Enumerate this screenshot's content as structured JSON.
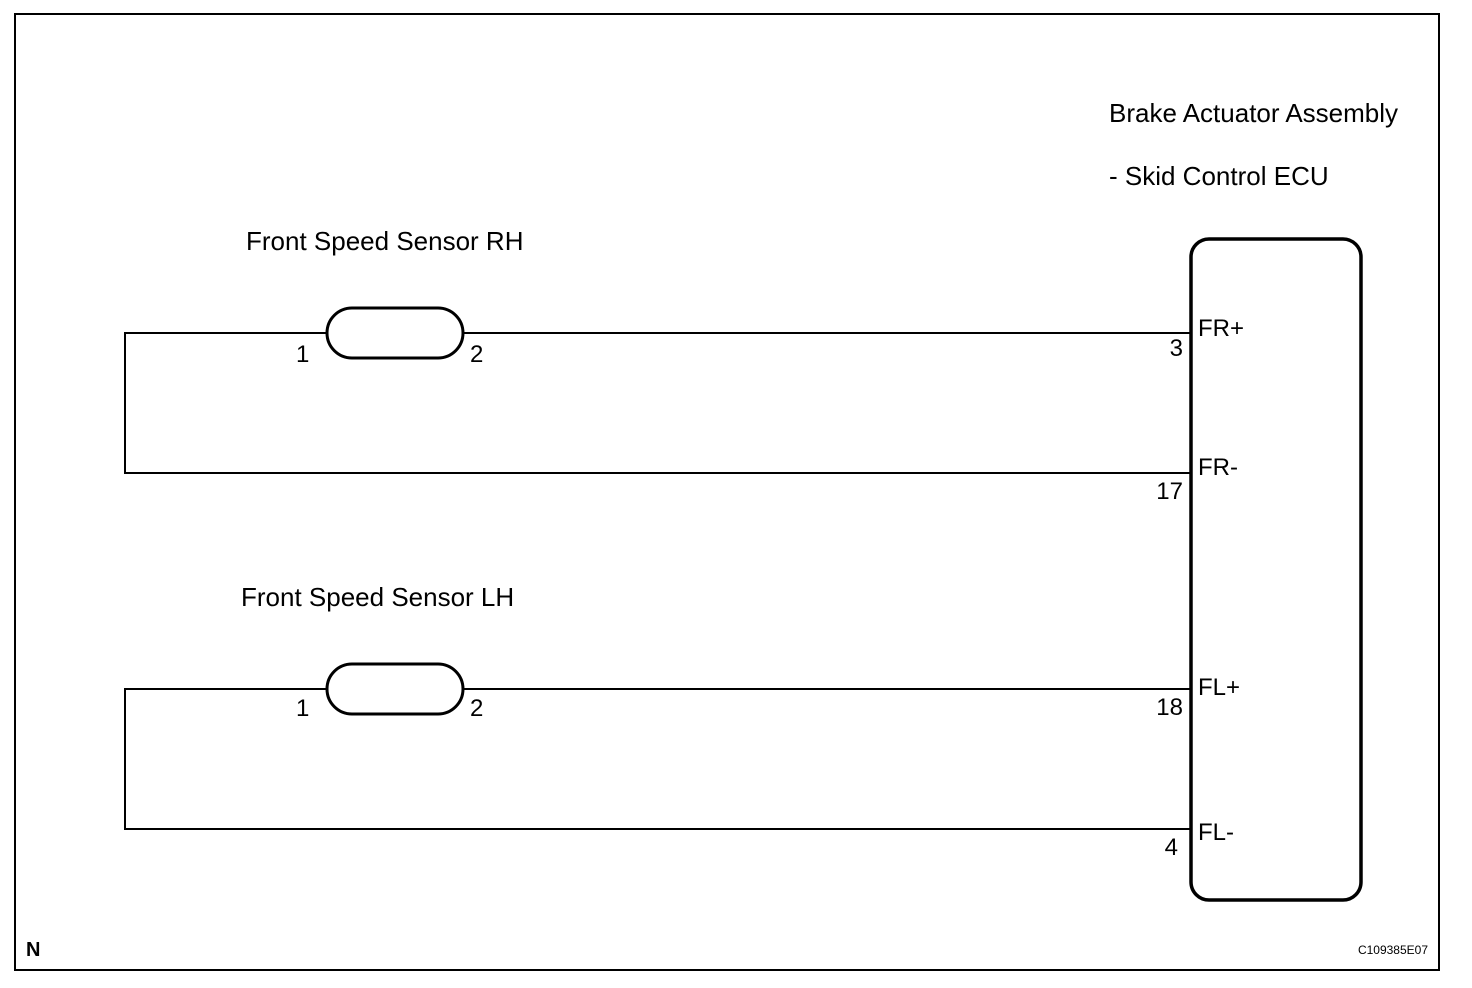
{
  "ecu": {
    "title": "Brake Actuator Assembly",
    "subtitle": "- Skid Control ECU",
    "terminals": [
      {
        "name": "FR+",
        "pin": "3"
      },
      {
        "name": "FR-",
        "pin": "17"
      },
      {
        "name": "FL+",
        "pin": "18"
      },
      {
        "name": "FL-",
        "pin": "4"
      }
    ]
  },
  "sensors": [
    {
      "label": "Front Speed Sensor RH",
      "pin_left": "1",
      "pin_right": "2"
    },
    {
      "label": "Front Speed Sensor LH",
      "pin_left": "1",
      "pin_right": "2"
    }
  ],
  "footer": {
    "corner_code": "N",
    "figure_id": "C109385E07"
  }
}
